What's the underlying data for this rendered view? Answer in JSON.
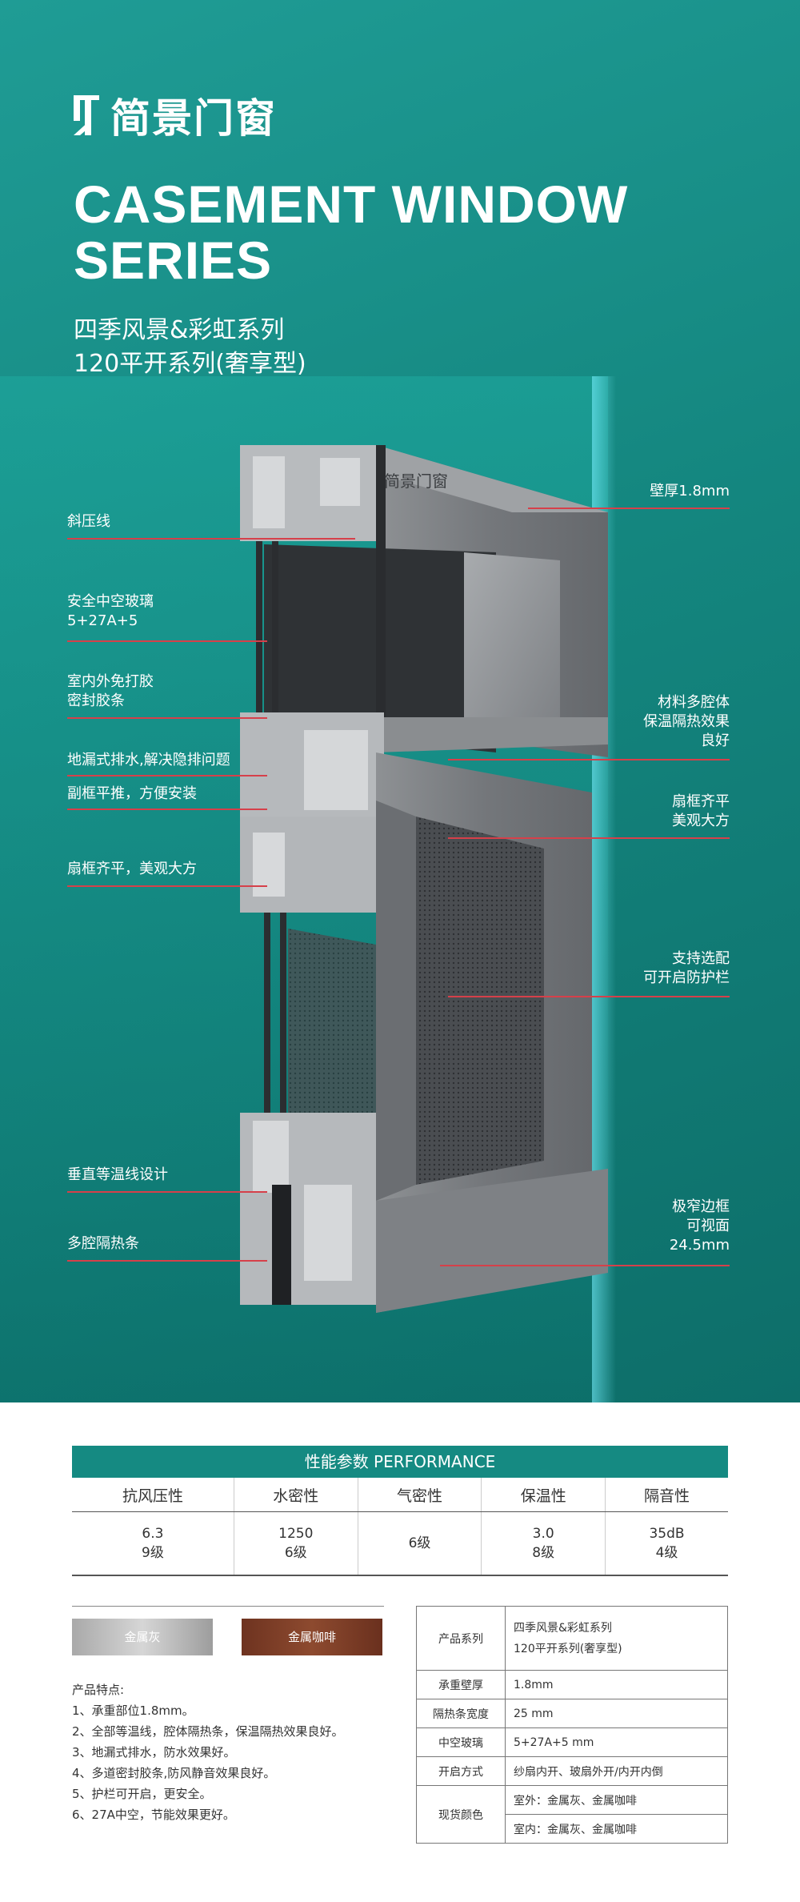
{
  "brand": {
    "name": "简景门窗"
  },
  "hero": {
    "title_line1": "CASEMENT WINDOW",
    "title_line2": "SERIES",
    "subtitle_line1": "四季风景&彩虹系列",
    "subtitle_line2": "120平开系列(奢享型)",
    "profile_logo": "简景门窗"
  },
  "callouts_left": [
    {
      "line1": "斜压线",
      "line2": ""
    },
    {
      "line1": "安全中空玻璃",
      "line2": "5+27A+5"
    },
    {
      "line1": "室内外免打胶",
      "line2": "密封胶条"
    },
    {
      "line1": "地漏式排水,解决隐排问题",
      "line2": ""
    },
    {
      "line1": "副框平推，方便安装",
      "line2": ""
    },
    {
      "line1": "扇框齐平，美观大方",
      "line2": ""
    },
    {
      "line1": "垂直等温线设计",
      "line2": ""
    },
    {
      "line1": "多腔隔热条",
      "line2": ""
    }
  ],
  "callouts_right": [
    {
      "line1": "壁厚1.8mm",
      "line2": "",
      "line3": ""
    },
    {
      "line1": "材料多腔体",
      "line2": "保温隔热效果",
      "line3": "良好"
    },
    {
      "line1": "扇框齐平",
      "line2": "美观大方",
      "line3": ""
    },
    {
      "line1": "支持选配",
      "line2": "可开启防护栏",
      "line3": ""
    },
    {
      "line1": "极窄边框",
      "line2": "可视面",
      "line3": "24.5mm"
    }
  ],
  "performance": {
    "title": "性能参数 PERFORMANCE",
    "headers": [
      "抗风压性",
      "水密性",
      "气密性",
      "保温性",
      "隔音性"
    ],
    "values": [
      {
        "a": "6.3",
        "b": "9级"
      },
      {
        "a": "1250",
        "b": "6级"
      },
      {
        "a": "6级",
        "b": ""
      },
      {
        "a": "3.0",
        "b": "8级"
      },
      {
        "a": "35dB",
        "b": "4级"
      }
    ]
  },
  "colors": {
    "swatch_gray_label": "金属灰",
    "swatch_brown_label": "金属咖啡",
    "accent": "#158a82",
    "callout_line": "#d6404a"
  },
  "features": {
    "title": "产品特点:",
    "items": [
      "1、承重部位1.8mm。",
      "2、全部等温线，腔体隔热条，保温隔热效果良好。",
      "3、地漏式排水，防水效果好。",
      "4、多道密封胶条,防风静音效果良好。",
      "5、护栏可开启，更安全。",
      "6、27A中空，节能效果更好。"
    ]
  },
  "spec": {
    "series_label": "产品系列",
    "series_value1": "四季风景&彩虹系列",
    "series_value2": "120平开系列(奢享型)",
    "wall_label": "承重壁厚",
    "wall_value": "1.8mm",
    "strip_label": "隔热条宽度",
    "strip_value": "25 mm",
    "glass_label": "中空玻璃",
    "glass_value": "5+27A+5 mm",
    "open_label": "开启方式",
    "open_value": "纱扇内开、玻扇外开/内开内倒",
    "color_label": "现货颜色",
    "color_value1": "室外：金属灰、金属咖啡",
    "color_value2": "室内：金属灰、金属咖啡"
  }
}
